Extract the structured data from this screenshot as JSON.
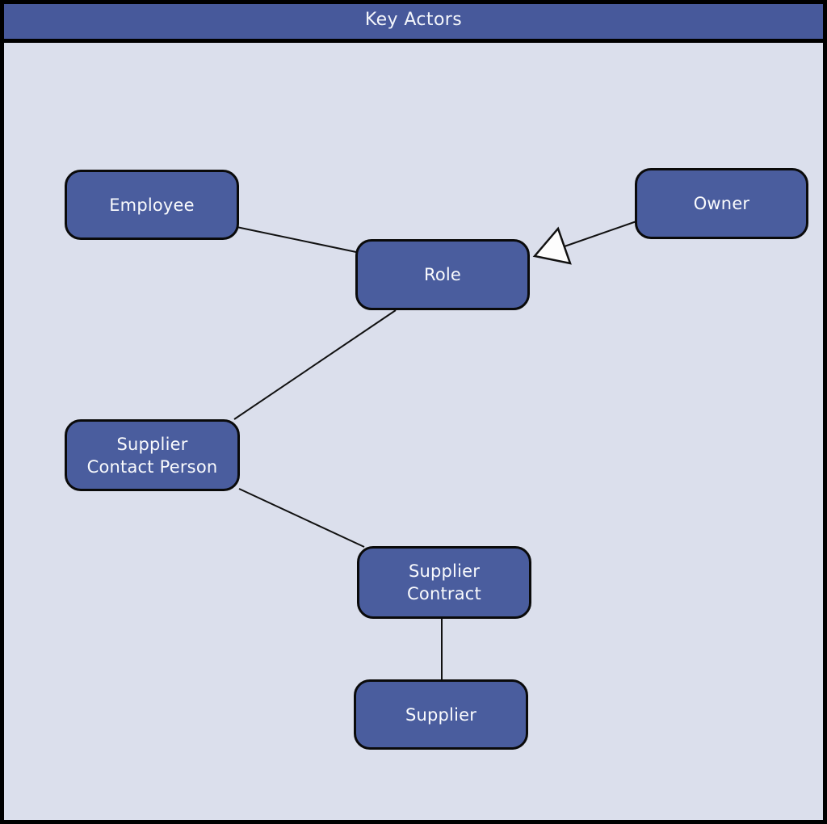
{
  "diagram": {
    "title": "Key Actors",
    "nodes": [
      {
        "id": "employee",
        "label": "Employee"
      },
      {
        "id": "owner",
        "label": "Owner"
      },
      {
        "id": "role",
        "label": "Role"
      },
      {
        "id": "supplier-contact-person",
        "label": "Supplier\nContact Person"
      },
      {
        "id": "supplier-contract",
        "label": "Supplier\nContract"
      },
      {
        "id": "supplier",
        "label": "Supplier"
      }
    ],
    "edges": [
      {
        "from": "Employee",
        "to": "Role",
        "type": "association"
      },
      {
        "from": "Owner",
        "to": "Role",
        "type": "generalization",
        "arrowhead": "hollow-triangle"
      },
      {
        "from": "Role",
        "to": "Supplier Contact Person",
        "type": "association"
      },
      {
        "from": "Supplier Contact Person",
        "to": "Supplier Contract",
        "type": "association"
      },
      {
        "from": "Supplier Contract",
        "to": "Supplier",
        "type": "association"
      }
    ],
    "colors": {
      "title_bar_fill": "#47599b",
      "node_fill": "#4a5d9e",
      "canvas_fill": "#dbdfec",
      "outline": "#000000",
      "node_text": "#fafbfd",
      "arrowhead_fill": "#fdfdfd"
    }
  }
}
